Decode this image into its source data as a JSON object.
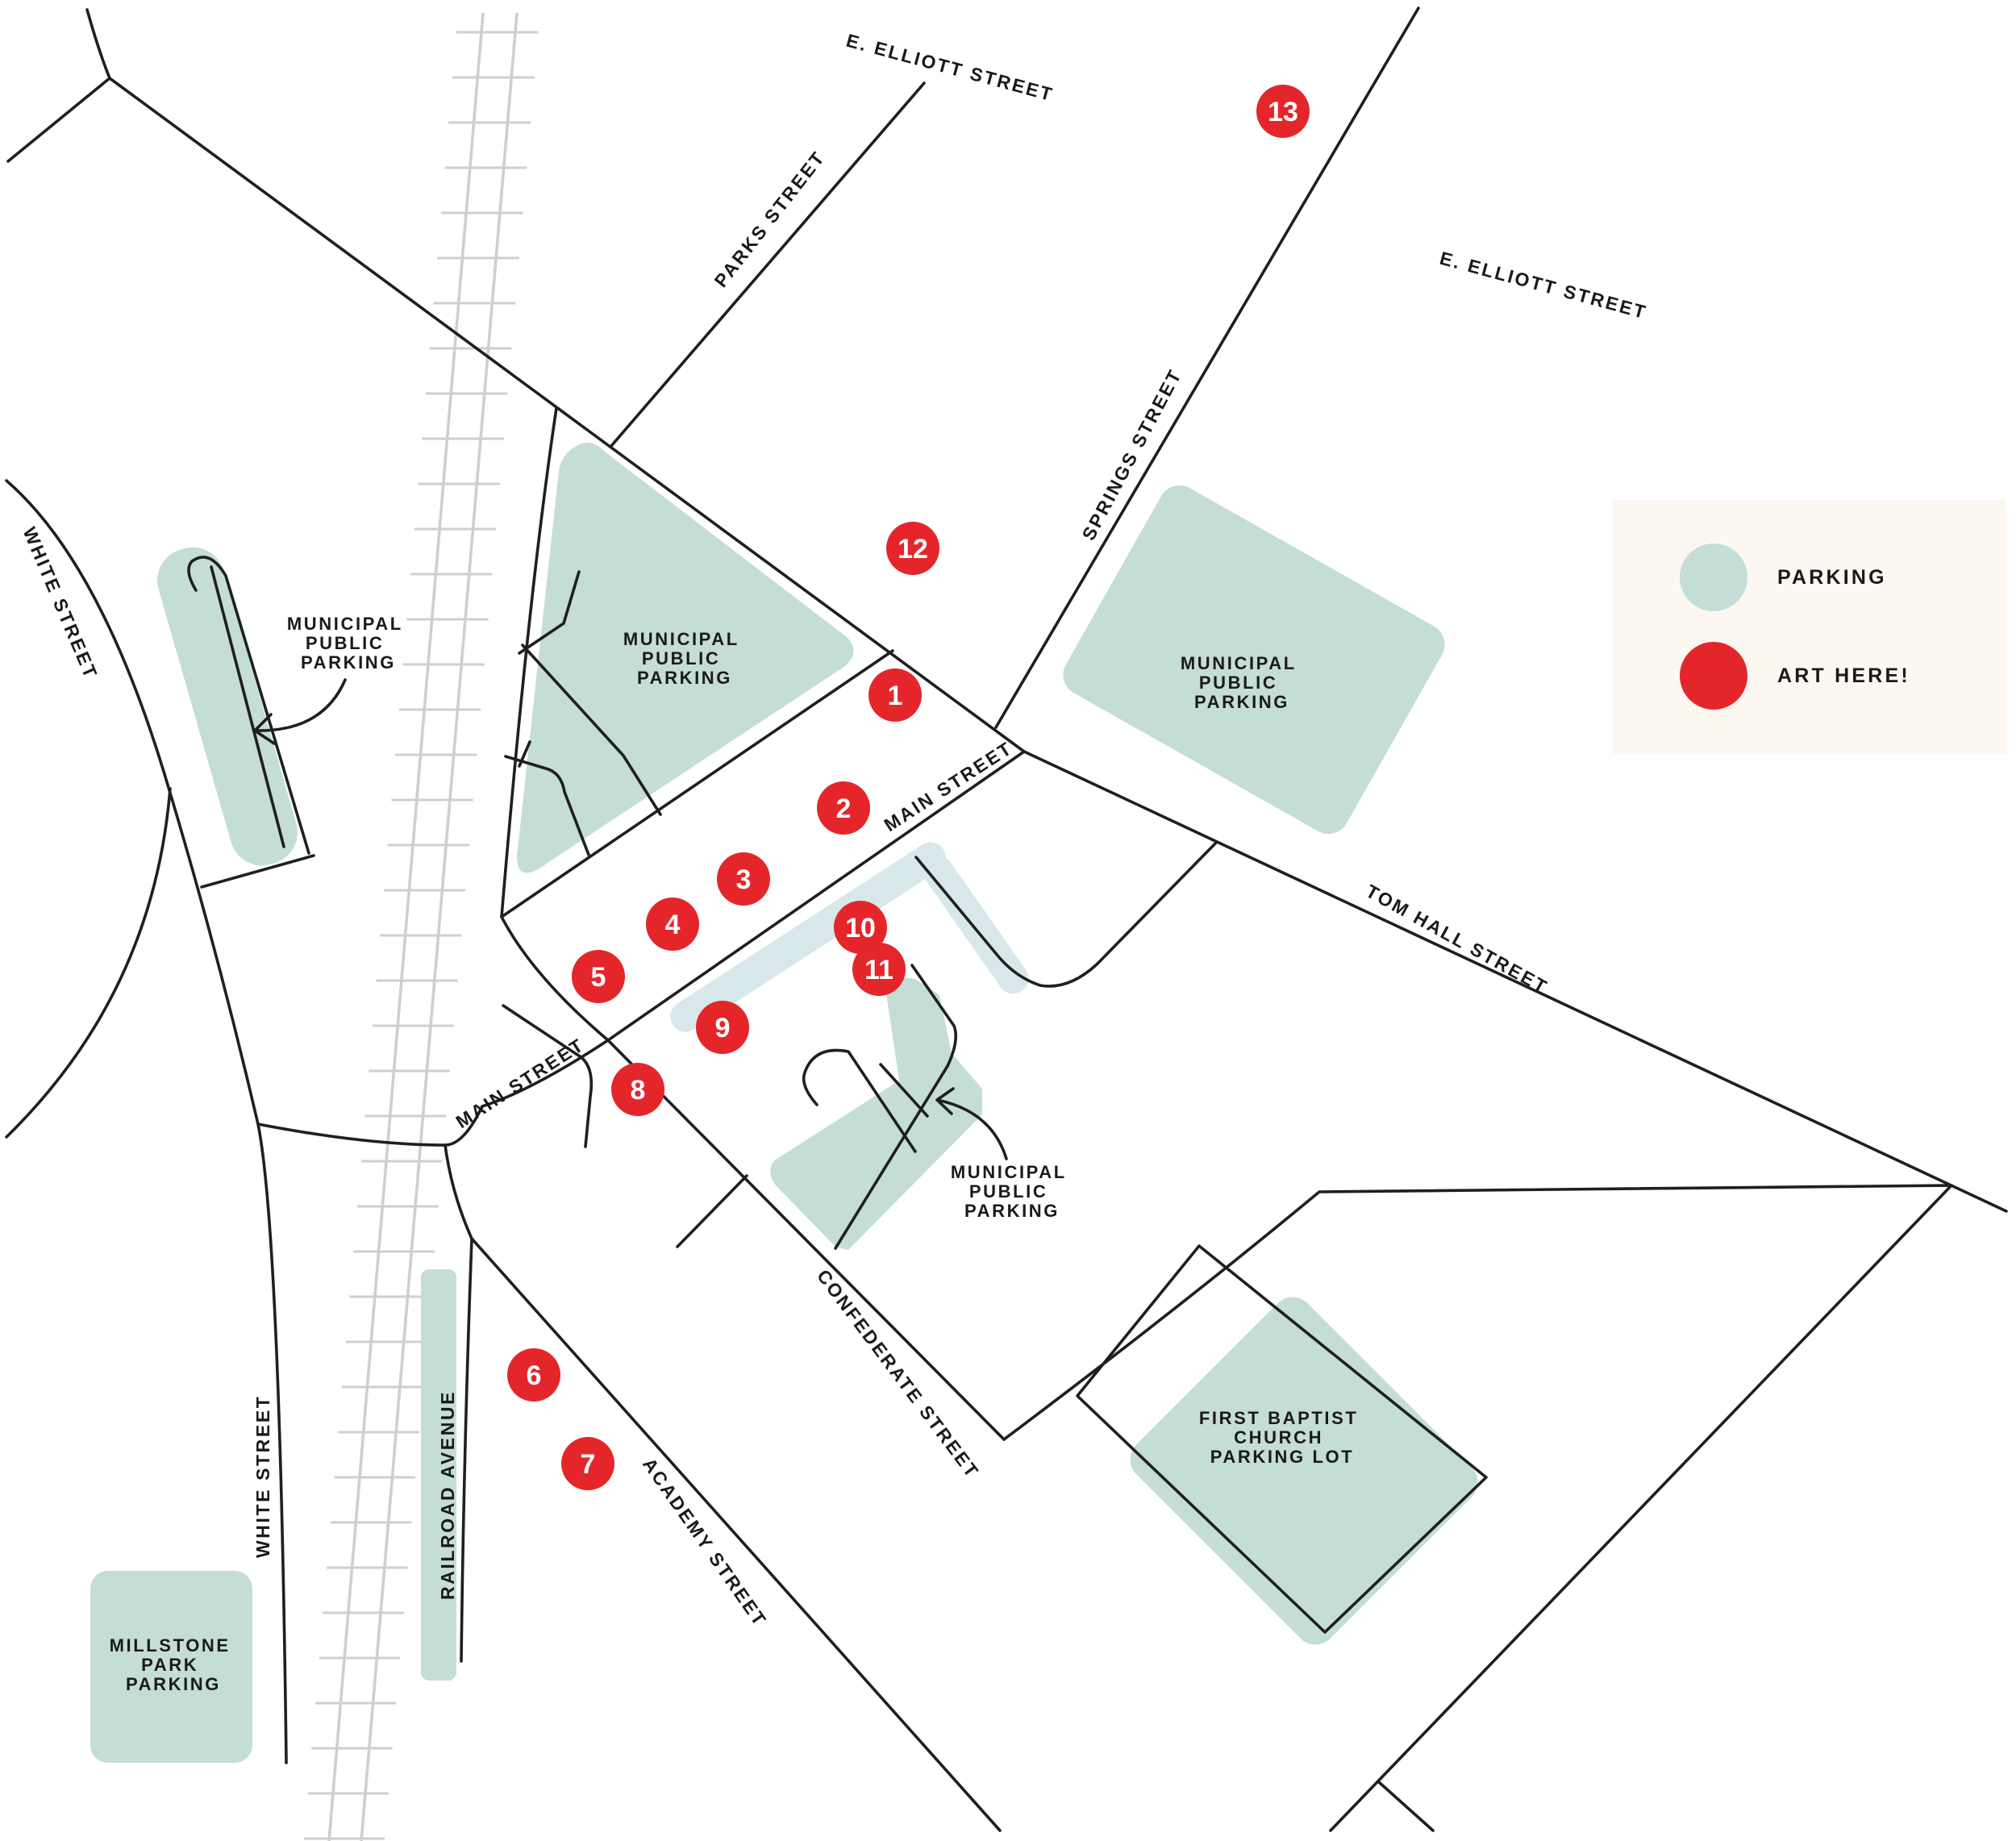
{
  "map": {
    "colors": {
      "parking": "#c5ddd7",
      "art_marker": "#e4262b",
      "legend_background": "#fcf8f1",
      "road": "#1f1f1f",
      "railroad": "#cfcfcf"
    },
    "streets": {
      "e_elliott_top": "E. ELLIOTT STREET",
      "e_elliott_right": "E. ELLIOTT STREET",
      "parks": "PARKS STREET",
      "springs": "SPRINGS STREET",
      "white_upper": "WHITE STREET",
      "white_lower": "WHITE STREET",
      "main_upper": "MAIN STREET",
      "main_lower": "MAIN STREET",
      "tom_hall": "TOM HALL STREET",
      "confederate": "CONFEDERATE STREET",
      "academy": "ACADEMY STREET",
      "railroad_avenue": "RAILROAD AVENUE"
    },
    "parking_lots": {
      "west": [
        "MUNICIPAL",
        "PUBLIC",
        "PARKING"
      ],
      "center": [
        "MUNICIPAL",
        "PUBLIC",
        "PARKING"
      ],
      "east": [
        "MUNICIPAL",
        "PUBLIC",
        "PARKING"
      ],
      "south": [
        "MUNICIPAL",
        "PUBLIC",
        "PARKING"
      ],
      "baptist": [
        "FIRST BAPTIST",
        "CHURCH",
        "PARKING LOT"
      ],
      "millstone": [
        "MILLSTONE",
        "PARK",
        "PARKING"
      ]
    },
    "art_markers": [
      "1",
      "2",
      "3",
      "4",
      "5",
      "6",
      "7",
      "8",
      "9",
      "10",
      "11",
      "12",
      "13"
    ],
    "legend": {
      "parking_label": "PARKING",
      "art_label": "ART HERE!"
    }
  }
}
